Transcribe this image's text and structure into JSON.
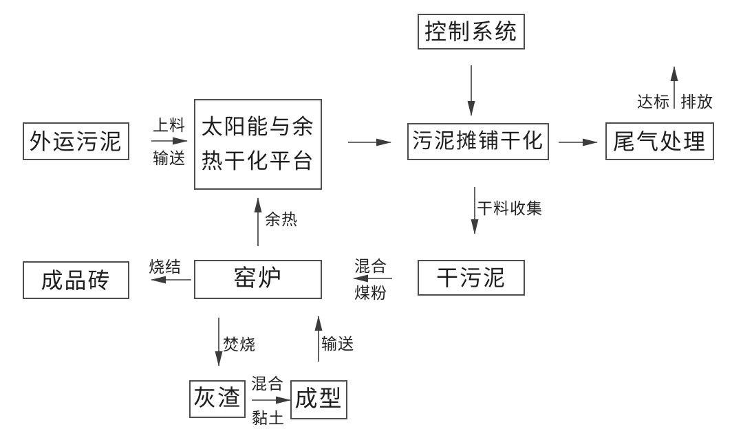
{
  "diagram": {
    "type": "flowchart",
    "colors": {
      "background": "#ffffff",
      "box_border": "#4d4d4d",
      "line": "#3c3c3c",
      "text": "#1e1e1e"
    },
    "nodes": {
      "control_system": {
        "label": "控制系统"
      },
      "external_sludge": {
        "label": "外运污泥"
      },
      "solar_platform": {
        "label": "太阳能与余热干化平台",
        "line1": "太阳能与余",
        "line2": "热干化平台"
      },
      "sludge_spreading": {
        "label": "污泥摊铺干化"
      },
      "tail_gas": {
        "label": "尾气处理"
      },
      "dry_sludge": {
        "label": "干污泥"
      },
      "kiln": {
        "label": "窑炉"
      },
      "finished_brick": {
        "label": "成品砖"
      },
      "ash": {
        "label": "灰渣"
      },
      "molding": {
        "label": "成型"
      }
    },
    "edge_labels": {
      "feed_top": "上料",
      "feed_bottom": "输送",
      "standard": "达标",
      "discharge": "排放",
      "dry_collect": "干料收集",
      "waste_heat": "余热",
      "mix_coal_top": "混合",
      "coal_bottom": "煤粉",
      "sinter": "烧结",
      "incinerate": "焚烧",
      "convey": "输送",
      "mix_clay_top": "混合",
      "clay_bottom": "黏土"
    }
  }
}
